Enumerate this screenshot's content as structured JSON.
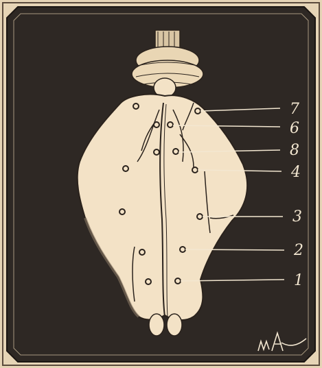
{
  "labels": [
    {
      "id": "7",
      "text": "7"
    },
    {
      "id": "6",
      "text": "6"
    },
    {
      "id": "8",
      "text": "8"
    },
    {
      "id": "4",
      "text": "4"
    },
    {
      "id": "3",
      "text": "3"
    },
    {
      "id": "2",
      "text": "2"
    },
    {
      "id": "1",
      "text": "1"
    }
  ],
  "signature": "mA",
  "colors": {
    "paper": "#e6d4b6",
    "panel": "#2e2824",
    "organ": "#f3e2c6",
    "ink": "#2a221c",
    "label": "#f3e7d1"
  }
}
